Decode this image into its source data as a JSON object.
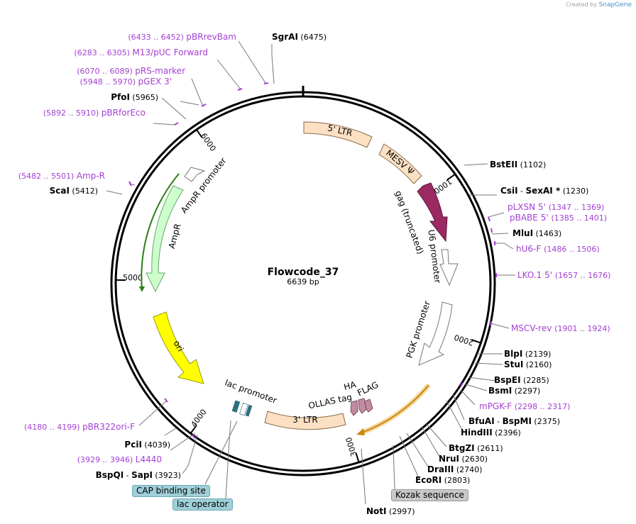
{
  "plasmid": {
    "name": "Flowcode_37",
    "size": "6639 bp",
    "total_bp": 6639
  },
  "credit": {
    "prefix": "Created by",
    "brand": "SnapGene"
  },
  "ticks": [
    "1000",
    "2000",
    "3000",
    "4000",
    "5000",
    "6000"
  ],
  "enzymes": [
    {
      "name": "SgrAI",
      "pos": "(6475)",
      "bp": 6475
    },
    {
      "name": "BstEII",
      "pos": "(1102)",
      "bp": 1102
    },
    {
      "name": "CsiI",
      "name2": "SexAI *",
      "pos": "(1230)",
      "bp": 1230
    },
    {
      "name": "MluI",
      "pos": "(1463)",
      "bp": 1463
    },
    {
      "name": "BlpI",
      "pos": "(2139)",
      "bp": 2139
    },
    {
      "name": "StuI",
      "pos": "(2160)",
      "bp": 2160
    },
    {
      "name": "BspEI",
      "pos": "(2285)",
      "bp": 2285
    },
    {
      "name": "BsmI",
      "pos": "(2297)",
      "bp": 2297
    },
    {
      "name": "BfuAI",
      "name2": "BspMI",
      "pos": "(2375)",
      "bp": 2375
    },
    {
      "name": "HindIII",
      "pos": "(2396)",
      "bp": 2396
    },
    {
      "name": "BtgZI",
      "pos": "(2611)",
      "bp": 2611
    },
    {
      "name": "NruI",
      "pos": "(2630)",
      "bp": 2630
    },
    {
      "name": "DraIII",
      "pos": "(2740)",
      "bp": 2740
    },
    {
      "name": "EcoRI",
      "pos": "(2803)",
      "bp": 2803
    },
    {
      "name": "NotI",
      "pos": "(2997)",
      "bp": 2997
    },
    {
      "name": "BspQI",
      "name2": "SapI",
      "pos": "(3923)",
      "bp": 3923
    },
    {
      "name": "PciI",
      "pos": "(4039)",
      "bp": 4039
    },
    {
      "name": "ScaI",
      "pos": "(5412)",
      "bp": 5412
    },
    {
      "name": "PfoI",
      "pos": "(5965)",
      "bp": 5965
    }
  ],
  "primers": [
    {
      "name": "pBRrevBam",
      "range": "(6433 .. 6452)",
      "bp": 6442
    },
    {
      "name": "M13/pUC Forward",
      "range": "(6283 .. 6305)",
      "bp": 6294
    },
    {
      "name": "pRS-marker",
      "range": "(6070 .. 6089)",
      "bp": 6080
    },
    {
      "name": "pGEX 3'",
      "range": "(5948 .. 5970)",
      "bp": 5959
    },
    {
      "name": "pBRforEco",
      "range": "(5892 .. 5910)",
      "bp": 5901
    },
    {
      "name": "Amp-R",
      "range": "(5482 .. 5501)",
      "bp": 5492
    },
    {
      "name": "pLXSN 5'",
      "range": "(1347 .. 1369)",
      "bp": 1358
    },
    {
      "name": "pBABE 5'",
      "range": "(1385 .. 1401)",
      "bp": 1393
    },
    {
      "name": "hU6-F",
      "range": "(1486 .. 1506)",
      "bp": 1496
    },
    {
      "name": "LKO.1 5'",
      "range": "(1657 .. 1676)",
      "bp": 1666
    },
    {
      "name": "MSCV-rev",
      "range": "(1901 .. 1924)",
      "bp": 1912
    },
    {
      "name": "mPGK-F",
      "range": "(2298 .. 2317)",
      "bp": 2308
    },
    {
      "name": "pBR322ori-F",
      "range": "(4180 .. 4199)",
      "bp": 4190
    },
    {
      "name": "L4440",
      "range": "(3929 .. 3946)",
      "bp": 3937
    }
  ],
  "features": [
    {
      "name": "5' LTR",
      "color": "#fbe0c3"
    },
    {
      "name": "MESV Ψ",
      "color": "#fbe0c3"
    },
    {
      "name": "gag (truncated)",
      "color": "#9b2a63"
    },
    {
      "name": "U6 promoter",
      "color": "#ffffff"
    },
    {
      "name": "PGK promoter",
      "color": "#ffffff"
    },
    {
      "name": "HA",
      "color": "#c28ba0"
    },
    {
      "name": "FLAG",
      "color": "#c28ba0"
    },
    {
      "name": "OLLAS tag",
      "color": "#c28ba0"
    },
    {
      "name": "3' LTR",
      "color": "#fbe0c3"
    },
    {
      "name": "lac promoter",
      "color": "#ffffff"
    },
    {
      "name": "ori",
      "color": "#ffff00"
    },
    {
      "name": "AmpR",
      "color": "#ccffcc"
    },
    {
      "name": "AmpR promoter",
      "color": "#ffffff"
    }
  ],
  "boxed_labels": {
    "cap": "CAP binding site",
    "lac_operator": "lac operator",
    "kozak": "Kozak sequence"
  },
  "colors": {
    "enzyme": "#000000",
    "primer": "#a43fd4",
    "ring": "#000000"
  }
}
